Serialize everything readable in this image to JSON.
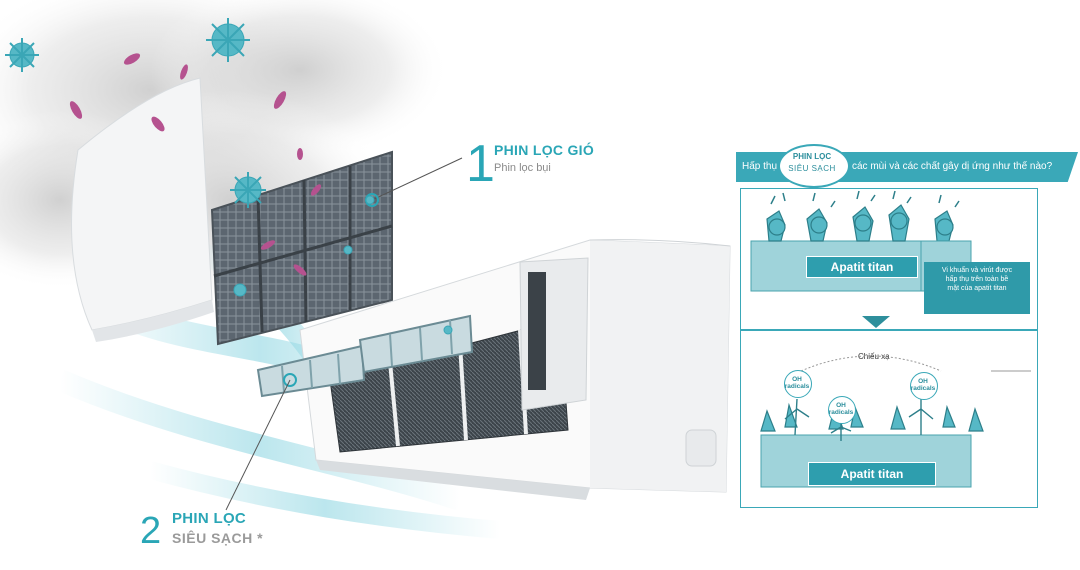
{
  "callouts": {
    "filter1": {
      "number": "1",
      "title": "PHIN LỌC GIÓ",
      "subtitle": "Phin lọc bụi"
    },
    "filter2": {
      "number": "2",
      "title": "PHIN LỌC",
      "subtitle": "SIÊU SẠCH *"
    }
  },
  "diagram": {
    "banner_left": "Hấp thụ",
    "banner_right": "các mùi và các chất gây dị ứng như thế nào?",
    "badge_line1": "PHIN LỌC",
    "badge_line2": "SIÊU SẠCH",
    "step1_label": "Apatit titan",
    "step1_note": [
      "Vi khuẩn và virút được",
      "hấp thụ trên toàn bề",
      "mặt của apatit titan"
    ],
    "step2_caption": "Chiếu xạ",
    "oh_label": [
      "OH",
      "radicals"
    ],
    "step2_label": "Apatit titan"
  },
  "colors": {
    "accent": "#2aa6b6",
    "panel": "#3aa8b8",
    "block": "#9fd3da"
  }
}
